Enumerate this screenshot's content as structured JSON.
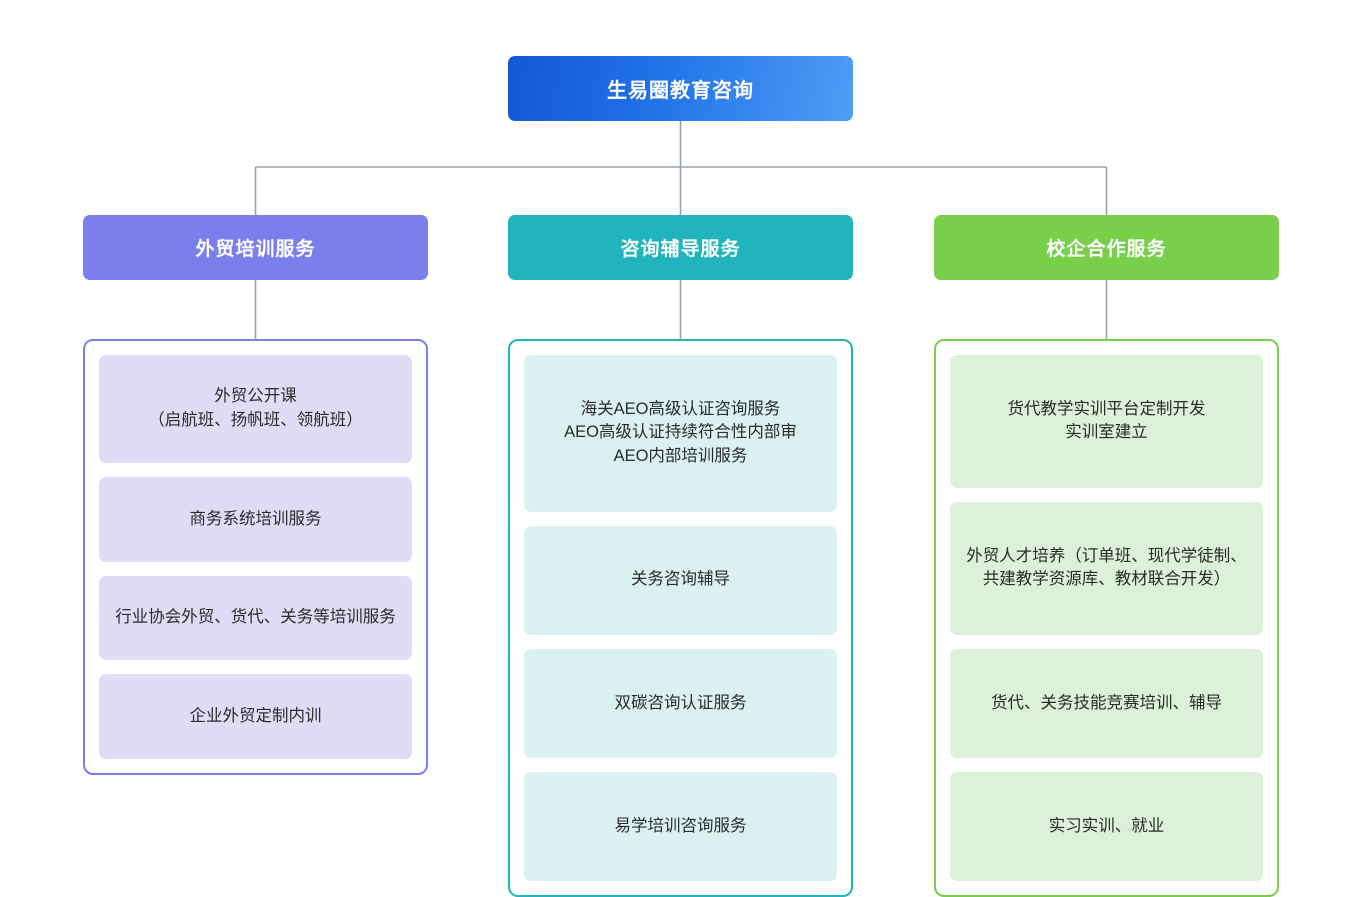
{
  "diagram": {
    "type": "organizational-tree",
    "title": "生易圈教育咨询",
    "root": {
      "label": "生易圈教育咨询",
      "color": "#2273e8"
    },
    "connector_color": "#97a0ad",
    "columns": [
      {
        "label": "外贸培训服务",
        "header_color": "#7b7fee",
        "border_color": "#7b7fee",
        "card_color": "#e0dcf5",
        "items": [
          "外贸公开课\n（启航班、扬帆班、领航班）",
          "商务系统培训服务",
          "行业协会外贸、货代、关务等培训服务",
          "企业外贸定制内训"
        ]
      },
      {
        "label": "咨询辅导服务",
        "header_color": "#22b4bd",
        "border_color": "#22b4bd",
        "card_color": "#daf0f1",
        "items": [
          "海关AEO高级认证咨询服务\nAEO高级认证持续符合性内部审\nAEO内部培训服务",
          "关务咨询辅导",
          "双碳咨询认证服务",
          "易学培训咨询服务"
        ]
      },
      {
        "label": "校企合作服务",
        "header_color": "#79cf4b",
        "border_color": "#79cf4b",
        "card_color": "#ddf0da",
        "items": [
          "货代教学实训平台定制开发\n实训室建立",
          "外贸人才培养（订单班、现代学徒制、共建教学资源库、教材联合开发）",
          "货代、关务技能竞赛培训、辅导",
          "实习实训、就业"
        ]
      }
    ]
  }
}
